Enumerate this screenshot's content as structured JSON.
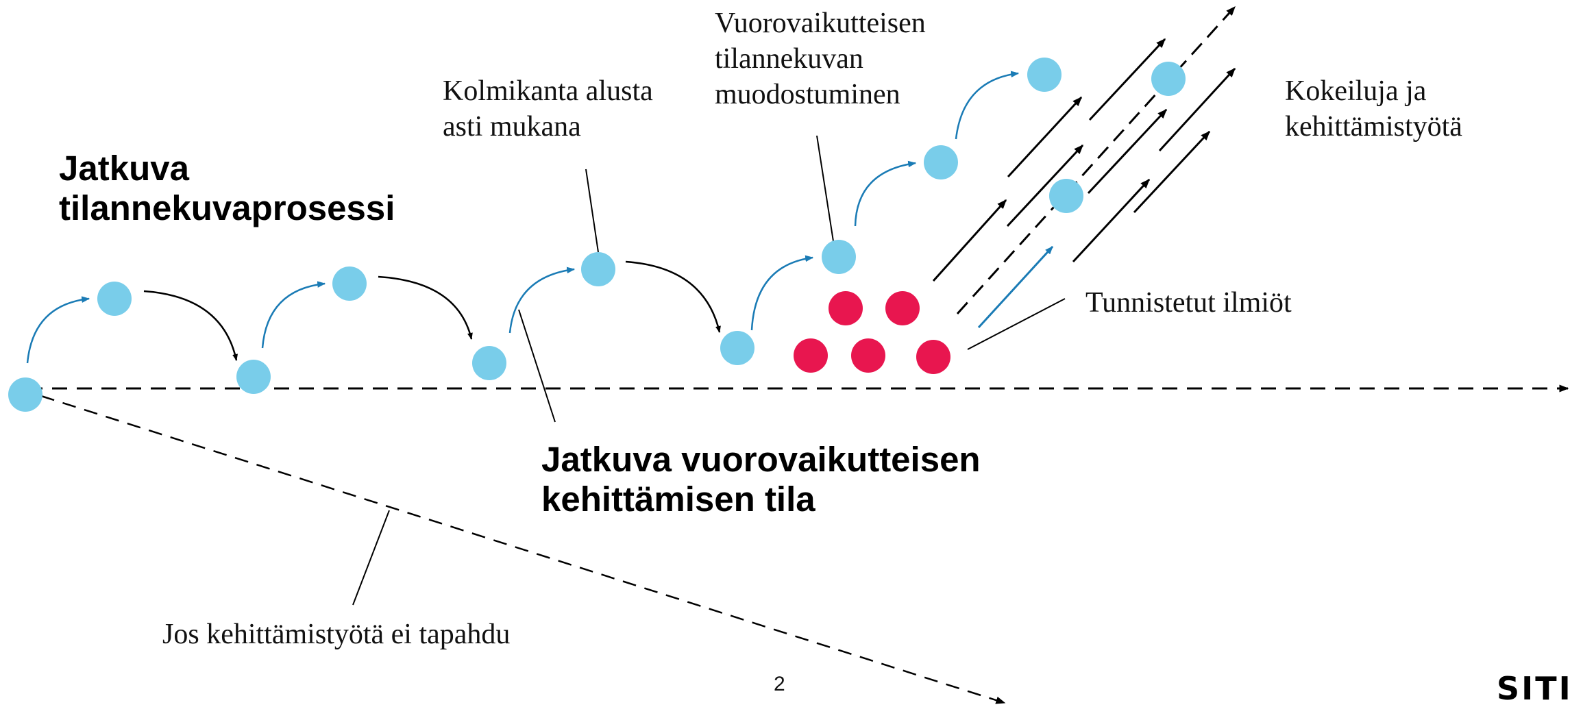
{
  "headings": {
    "process_title": "Jatkuva\ntilannekuvaprosessi",
    "state_title": "Jatkuva vuorovaikutteisen\nkehittämisen tila"
  },
  "labels": {
    "tripartite": "Kolmikanta alusta\nasti mukana",
    "interactive_picture": "Vuorovaikutteisen\ntilannekuvan\nmuodostuminen",
    "experiments": "Kokeiluja ja\nkehittämistyötä",
    "identified_phenomena": "Tunnistetut ilmiöt",
    "no_development": "Jos kehittämistyötä ei tapahdu"
  },
  "footer": {
    "page_number": "2",
    "logo_text": "SITI"
  },
  "colors": {
    "node_blue": "#79CDEA",
    "node_red": "#E8164F",
    "arrow_blue": "#1A7BB5",
    "line_black": "#000000"
  }
}
